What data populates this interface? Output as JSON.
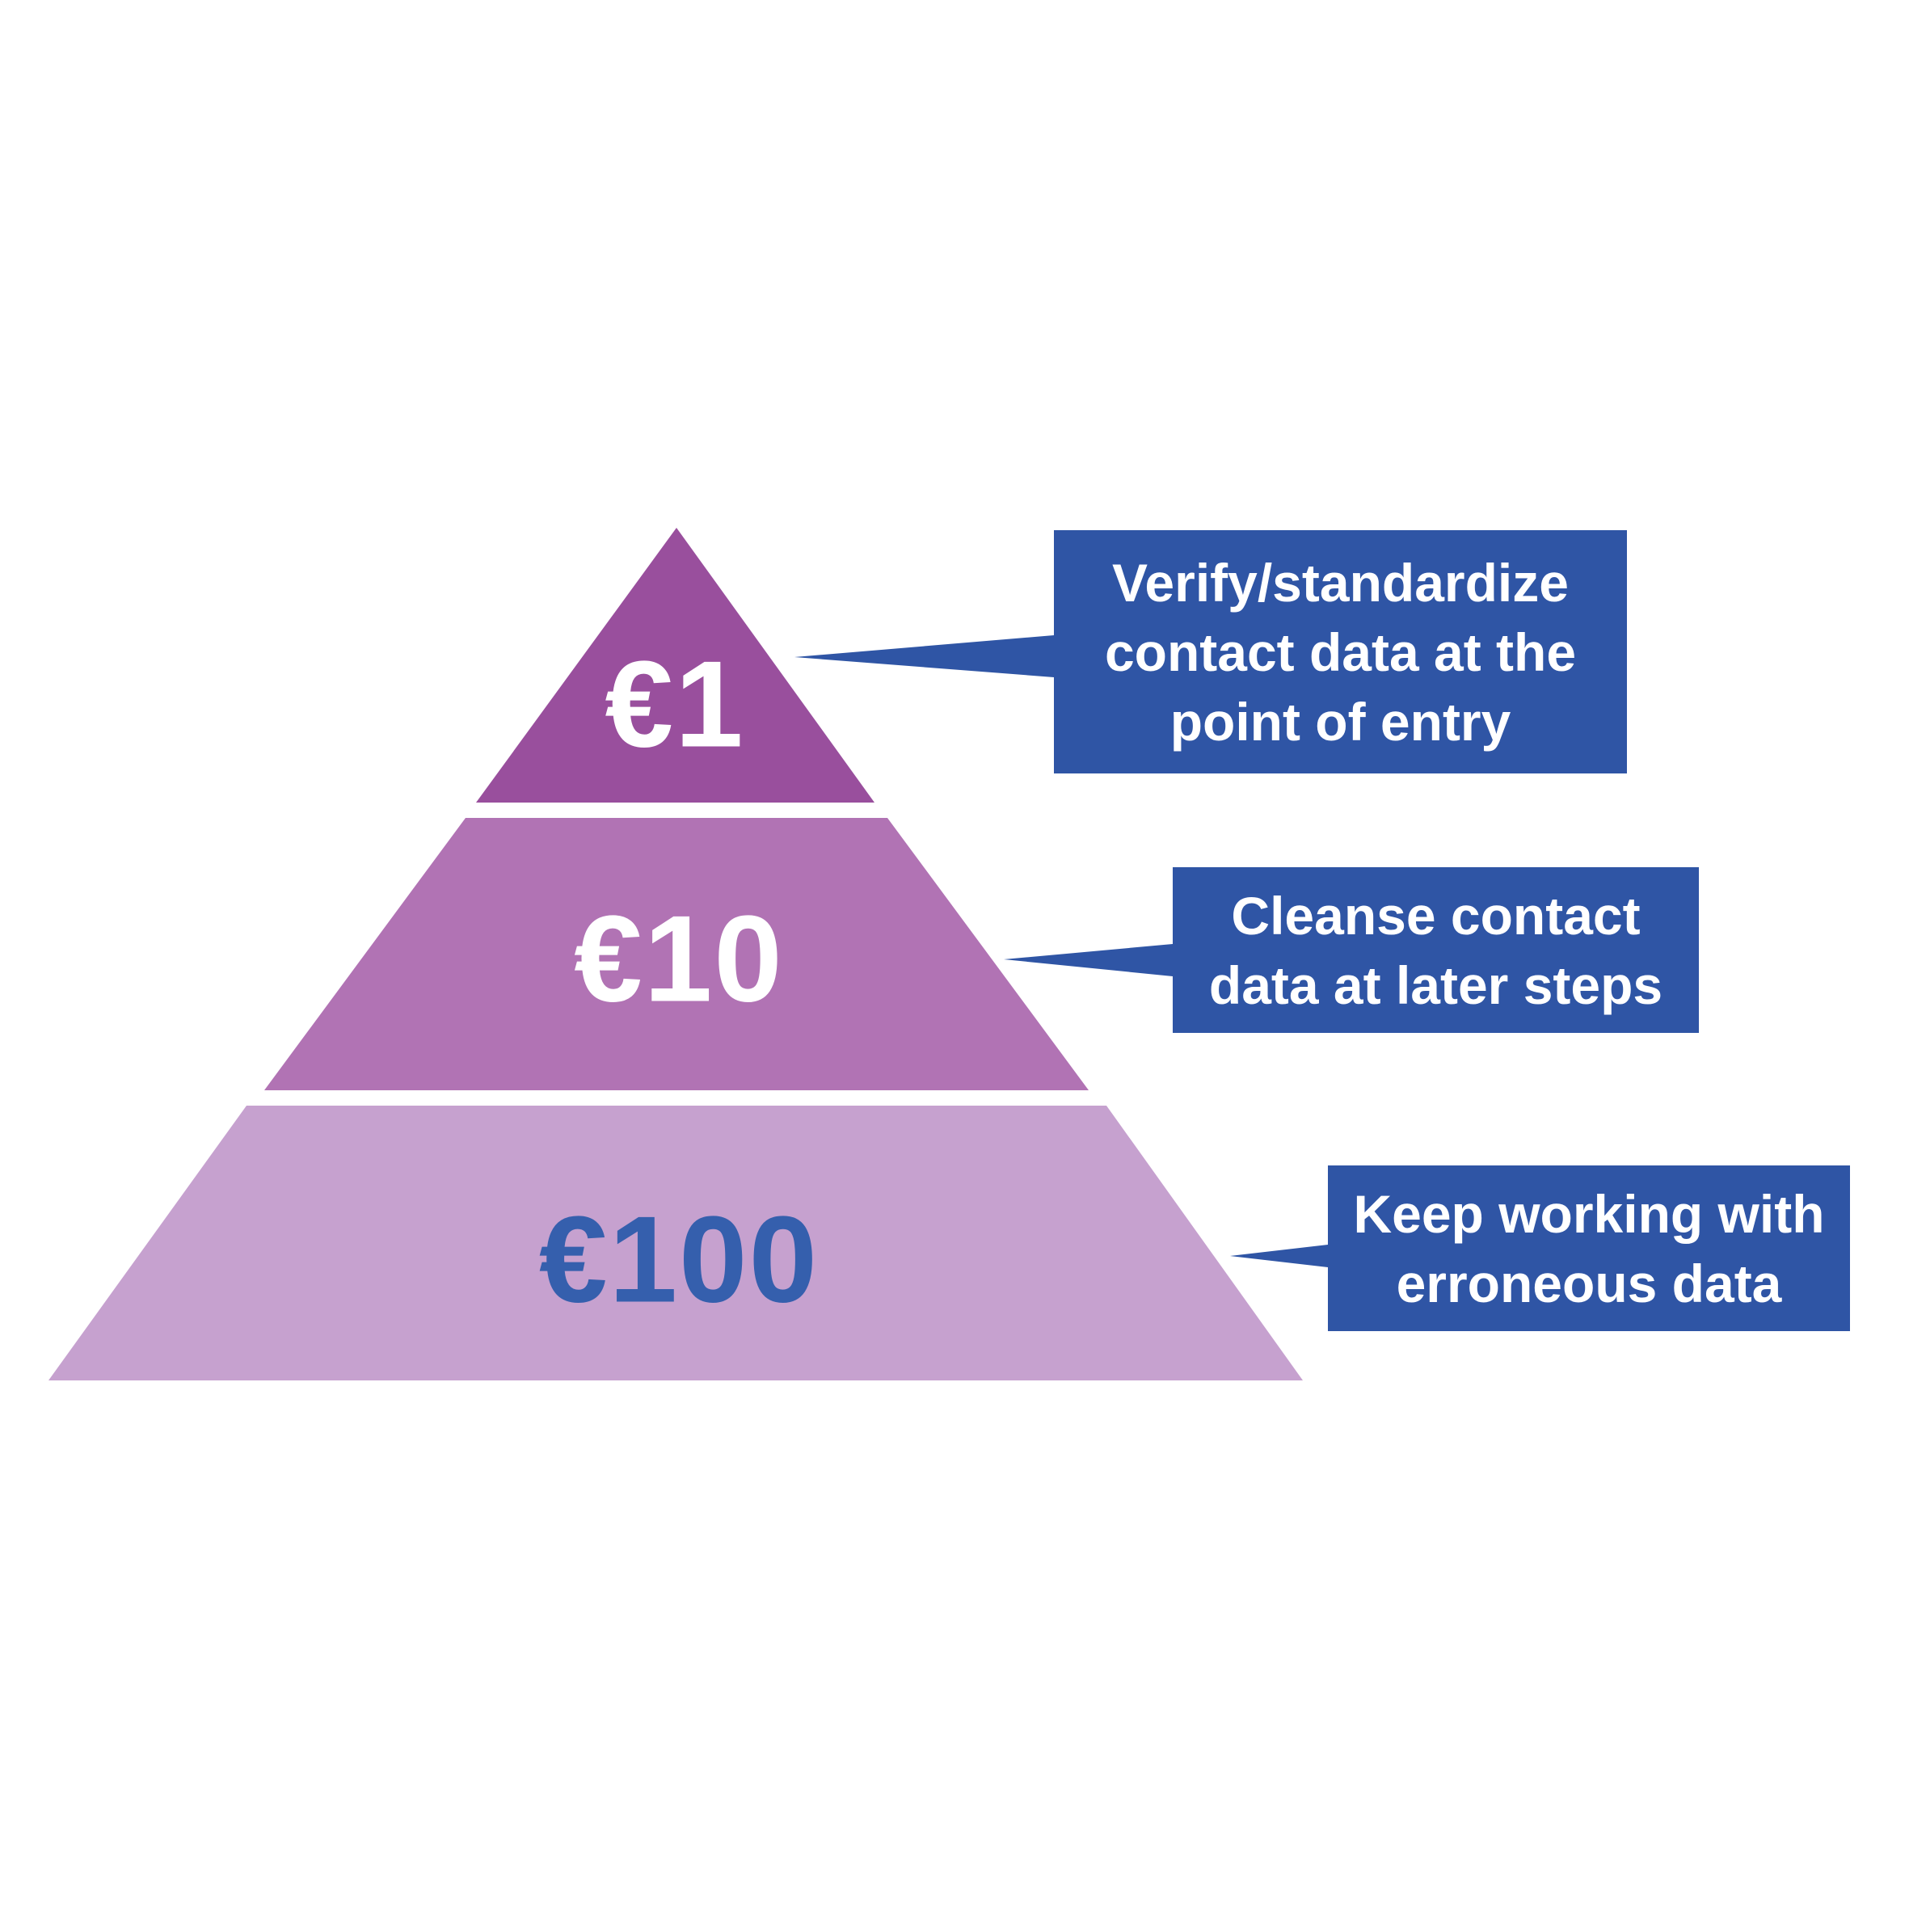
{
  "canvas": {
    "background": "#FFFFFF"
  },
  "chart_data": {
    "type": "pyramid",
    "levels": [
      {
        "value": "€1",
        "action": "Verify/standardize contact data at the point of entry"
      },
      {
        "value": "€10",
        "action": "Cleanse contact data at later steps"
      },
      {
        "value": "€100",
        "action": "Keep working with erroneous data"
      }
    ]
  },
  "pyramid": {
    "tiers": [
      {
        "name": "top",
        "label": "€1",
        "color": "#994F9D",
        "label_color": "#FFFFFF"
      },
      {
        "name": "middle",
        "label": "€10",
        "color": "#B173B4",
        "label_color": "#FFFFFF"
      },
      {
        "name": "bottom",
        "label": "€100",
        "color": "#C6A1CF",
        "label_color": "#355FAD"
      }
    ]
  },
  "callouts": [
    {
      "lines": [
        "Verify/standardize",
        "contact data at the",
        "point of entry"
      ],
      "color": "#2F55A5",
      "text_color": "#FFFFFF"
    },
    {
      "lines": [
        "Cleanse contact",
        "data at later steps"
      ],
      "color": "#2F55A5",
      "text_color": "#FFFFFF"
    },
    {
      "lines": [
        "Keep working with",
        "erroneous data"
      ],
      "color": "#2F55A5",
      "text_color": "#FFFFFF"
    }
  ]
}
